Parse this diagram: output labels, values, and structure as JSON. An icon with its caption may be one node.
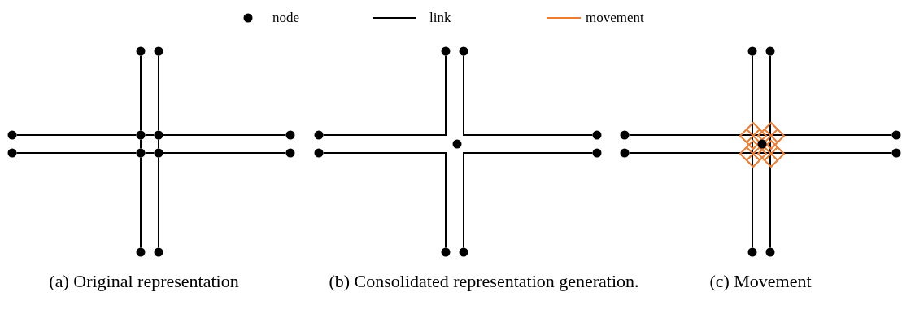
{
  "diagram": {
    "nodes": [
      {
        "text": [],
        "shape": "circle"
      },
      {
        "text": [],
        "shape": "circle"
      },
      {
        "text": [],
        "shape": "circle"
      },
      {
        "text": [],
        "shape": "circle"
      },
      {
        "text": [],
        "shape": "circle"
      },
      {
        "text": [],
        "shape": "circle"
      },
      {
        "text": [],
        "shape": "circle"
      },
      {
        "text": [],
        "shape": "circle"
      },
      {
        "text": [],
        "shape": "circle"
      },
      {
        "text": [],
        "shape": "circle"
      },
      {
        "text": [],
        "shape": "circle"
      },
      {
        "text": [],
        "shape": "circle"
      },
      {
        "text": [],
        "shape": "circle"
      },
      {
        "text": [],
        "shape": "circle"
      },
      {
        "text": [],
        "shape": "circle"
      },
      {
        "text": [],
        "shape": "circle"
      },
      {
        "text": [],
        "shape": "circle"
      },
      {
        "text": [],
        "shape": "circle"
      },
      {
        "text": [],
        "shape": "circle"
      },
      {
        "text": [],
        "shape": "circle"
      },
      {
        "text": [],
        "shape": "circle"
      },
      {
        "text": [],
        "shape": "circle"
      },
      {
        "text": [],
        "shape": "circle"
      },
      {
        "text": [],
        "shape": "circle"
      },
      {
        "text": [],
        "shape": "circle"
      },
      {
        "text": [],
        "shape": "circle"
      },
      {
        "text": [],
        "shape": "circle"
      },
      {
        "text": [],
        "shape": "circle"
      },
      {
        "text": [],
        "shape": "circle"
      },
      {
        "text": [],
        "shape": "circle"
      }
    ],
    "edges": [
      {
        "from": 2,
        "to": 3,
        "arrow": "none"
      },
      {
        "from": 3,
        "to": 4,
        "arrow": "none"
      },
      {
        "from": 4,
        "to": 5,
        "arrow": "none"
      },
      {
        "from": 6,
        "to": 7,
        "arrow": "none"
      },
      {
        "from": 7,
        "to": 8,
        "arrow": "none"
      },
      {
        "from": 8,
        "to": 9,
        "arrow": "none"
      },
      {
        "from": 0,
        "to": 3,
        "arrow": "none"
      },
      {
        "from": 3,
        "to": 7,
        "arrow": "none"
      },
      {
        "from": 7,
        "to": 10,
        "arrow": "none"
      },
      {
        "from": 1,
        "to": 4,
        "arrow": "none"
      },
      {
        "from": 4,
        "to": 8,
        "arrow": "none"
      },
      {
        "from": 8,
        "to": 11,
        "arrow": "none"
      },
      {
        "from": 14,
        "to": 12,
        "arrow": "none"
      },
      {
        "from": 13,
        "to": 15,
        "arrow": "none"
      },
      {
        "from": 17,
        "to": 19,
        "arrow": "none"
      },
      {
        "from": 20,
        "to": 18,
        "arrow": "none"
      },
      {
        "from": 23,
        "to": 24,
        "arrow": "none"
      },
      {
        "from": 26,
        "to": 27,
        "arrow": "none"
      },
      {
        "from": 21,
        "to": 28,
        "arrow": "none"
      },
      {
        "from": 22,
        "to": 29,
        "arrow": "none"
      }
    ],
    "labels": [
      "(a) Original representation",
      "(b) Consolidated representation generation.",
      "(c) Movement"
    ],
    "legend": [
      {
        "text": "node"
      },
      {
        "text": "link"
      },
      {
        "text": "movement"
      }
    ]
  }
}
